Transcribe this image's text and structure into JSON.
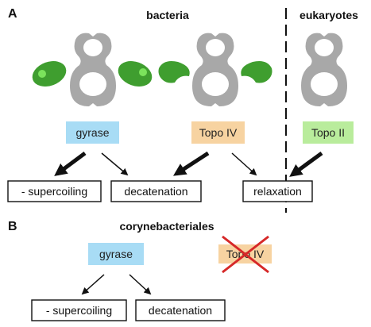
{
  "panel_a": {
    "label": "A",
    "header_left": "bacteria",
    "header_right": "eukaryotes",
    "enzymes": [
      {
        "name": "gyrase",
        "color": "#a8dcf5"
      },
      {
        "name": "Topo IV",
        "color": "#f7d3a1"
      },
      {
        "name": "Topo II",
        "color": "#b9ec9c"
      }
    ],
    "outcomes": [
      "- supercoiling",
      "decatenation",
      "relaxation"
    ]
  },
  "panel_b": {
    "label": "B",
    "header": "corynebacteriales",
    "enzymes": [
      {
        "name": "gyrase",
        "color": "#a8dcf5"
      },
      {
        "name": "Topo IV",
        "color": "#f7d3a1",
        "crossed_out": true
      }
    ],
    "outcomes": [
      "- supercoiling",
      "decatenation"
    ]
  },
  "colors": {
    "enzyme_body": "#a8a8a8",
    "domain_green": "#3f9e2f",
    "domain_light": "#7be35c",
    "cross": "#d62828"
  }
}
